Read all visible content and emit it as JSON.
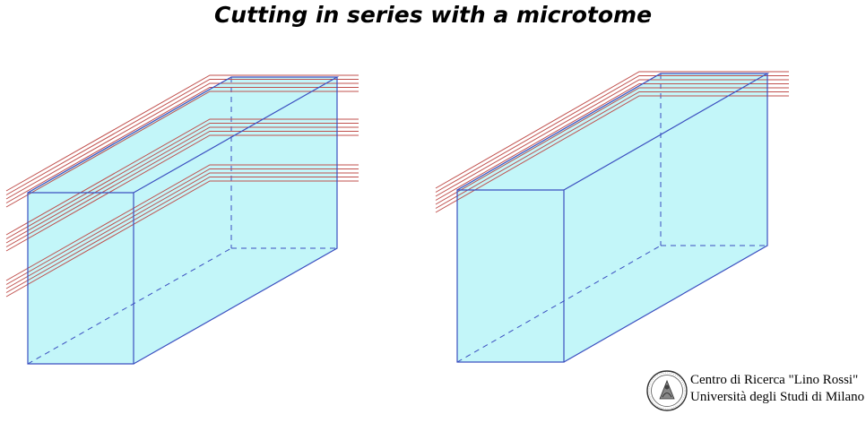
{
  "title": "Cutting in series with a microtome",
  "footer": {
    "line1": "Centro di Ricerca \"Lino Rossi\"",
    "line2": "Università degli Studi di Milano",
    "logo_icon": "university-seal-icon"
  },
  "colors": {
    "block_fill": "#c3f6f9",
    "block_edge": "#3b4fc0",
    "slice_line": "#c0504d"
  }
}
